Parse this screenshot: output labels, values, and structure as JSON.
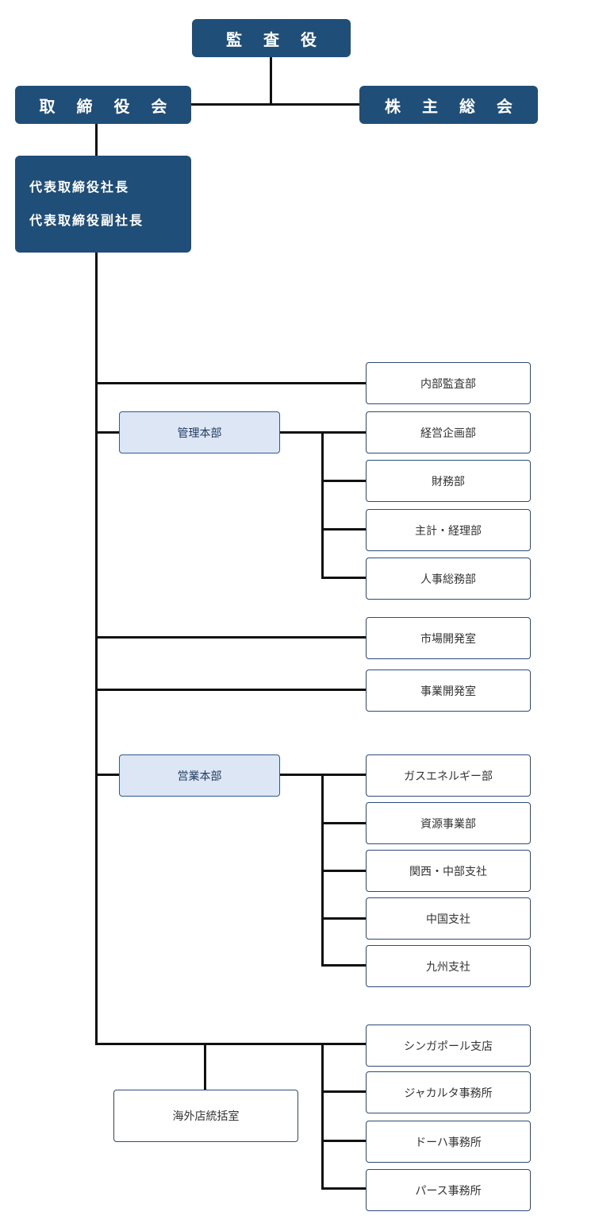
{
  "top": {
    "auditor": "監 査 役",
    "board": "取 締 役 会",
    "shareholders": "株 主 総 会",
    "president": "代表取締役社長",
    "vice_president": "代表取締役副社長"
  },
  "direct_depts": {
    "internal_audit": "内部監査部",
    "market_dev": "市場開発室",
    "business_dev": "事業開発室"
  },
  "admin_hq": {
    "label": "管理本部",
    "depts": [
      "経営企画部",
      "財務部",
      "主計・経理部",
      "人事総務部"
    ]
  },
  "sales_hq": {
    "label": "営業本部",
    "depts": [
      "ガスエネルギー部",
      "資源事業部",
      "関西・中部支社",
      "中国支社",
      "九州支社"
    ]
  },
  "overseas": {
    "label": "海外店統括室",
    "depts": [
      "シンガポール支店",
      "ジャカルタ事務所",
      "ドーハ事務所",
      "パース事務所"
    ]
  },
  "colors": {
    "exec_fill": "#1f4e79",
    "hq_fill": "#dce6f5",
    "dept_border": "#2e4a78",
    "line": "#111111"
  }
}
